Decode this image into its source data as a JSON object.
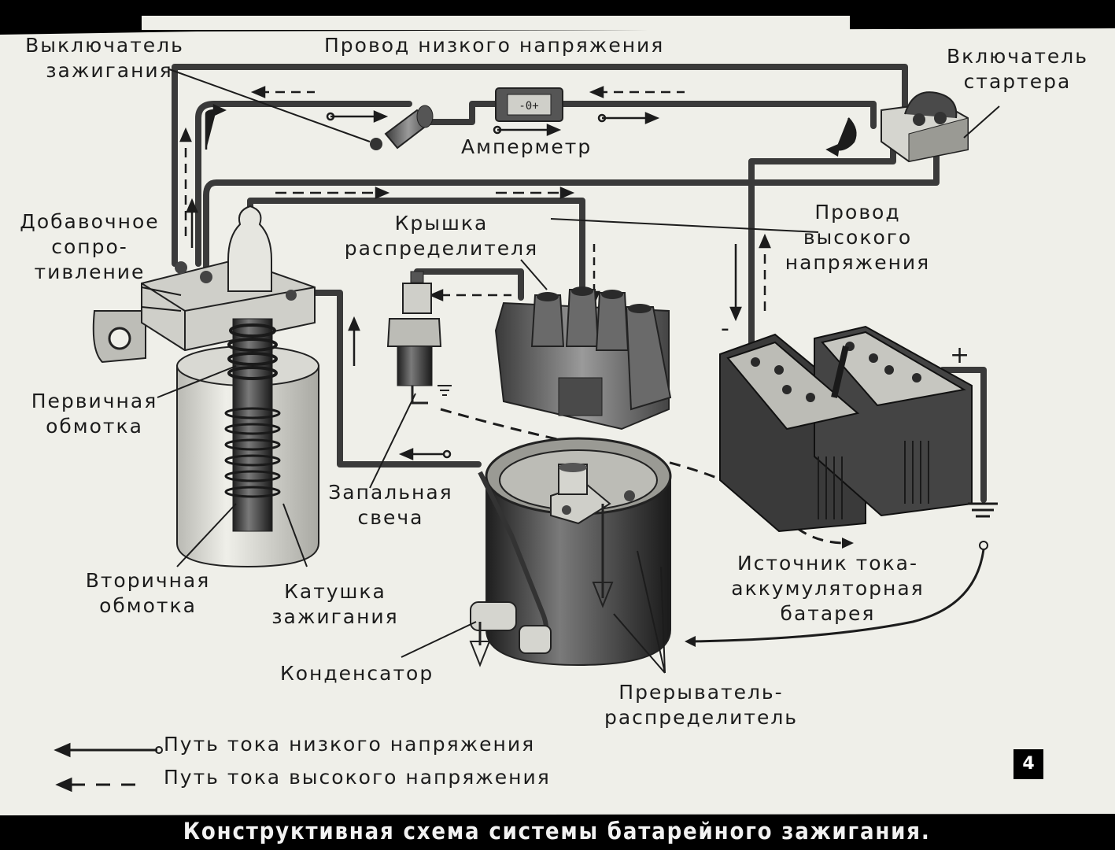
{
  "labels": {
    "ignition_switch": [
      "Выключатель",
      "зажигания"
    ],
    "low_voltage_wire": "Провод низкого напряжения",
    "starter_switch": [
      "Включатель",
      "стартера"
    ],
    "ammeter": "Амперметр",
    "added_resistance": [
      "Добавочное",
      "сопро-",
      "тивление"
    ],
    "distributor_cap": [
      "Крышка",
      "распределителя"
    ],
    "high_voltage_wire": [
      "Провод",
      "высокого",
      "напряжения"
    ],
    "primary_winding": [
      "Первичная",
      "обмотка"
    ],
    "spark_plug": [
      "Запальная",
      "свеча"
    ],
    "secondary_winding": [
      "Вторичная",
      "обмотка"
    ],
    "ignition_coil": [
      "Катушка",
      "зажигания"
    ],
    "power_source": [
      "Источник тока-",
      "аккумуляторная",
      "батарея"
    ],
    "condenser": "Конденсатор",
    "breaker_distributor": [
      "Прерыватель-",
      "распределитель"
    ]
  },
  "legend": {
    "low_voltage_path": "Путь тока низкого напряжения",
    "high_voltage_path": "Путь тока высокого напряжения"
  },
  "symbols": {
    "battery_minus": "-",
    "battery_plus": "+"
  },
  "caption": "Конструктивная схема системы батарейного зажигания.",
  "slide_number": "4",
  "colors": {
    "paper": "#efefe9",
    "ink": "#1c1c1c",
    "frame": "#000000",
    "wire": "#3a3a3a"
  }
}
